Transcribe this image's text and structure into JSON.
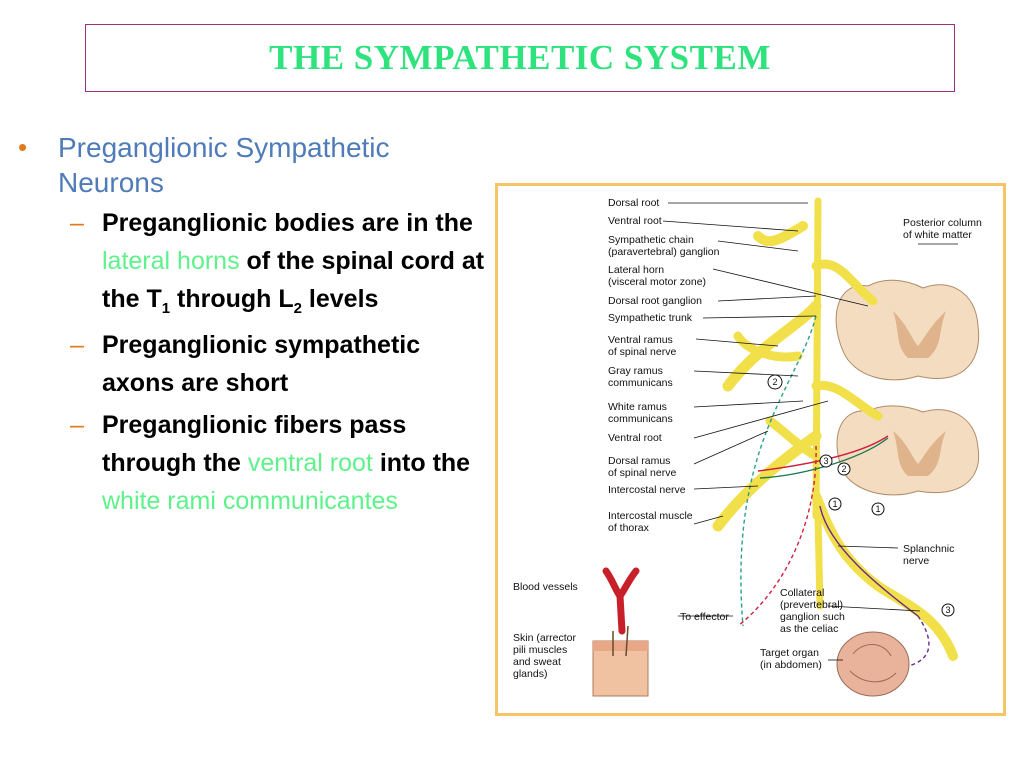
{
  "title": "THE SYMPATHETIC SYSTEM",
  "bullet": {
    "marker": "•",
    "text_line1": "Preganglionic Sympathetic",
    "text_line2": "Neurons"
  },
  "sub_bullets": {
    "dash": "–",
    "item1": {
      "a": "Preganglionic bodies are in the ",
      "highlight": "lateral horns",
      "b": " of the spinal cord at the T",
      "sub1": "1",
      "c": " through L",
      "sub2": "2",
      "d": " levels"
    },
    "item2": "Preganglionic sympathetic axons are short",
    "item3": {
      "a": "Preganglionic fibers pass through the ",
      "highlight1": "ventral root",
      "b": " into the ",
      "highlight2": "white rami communicantes"
    }
  },
  "diagram": {
    "labels": {
      "dorsal_root": "Dorsal root",
      "ventral_root": "Ventral root",
      "symp_chain_1": "Sympathetic chain",
      "symp_chain_2": "(paravertebral) ganglion",
      "lateral_horn_1": "Lateral horn",
      "lateral_horn_2": "(visceral motor zone)",
      "drg": "Dorsal root ganglion",
      "symp_trunk": "Sympathetic trunk",
      "ventral_ramus_1": "Ventral ramus",
      "ventral_ramus_2": "of spinal nerve",
      "gray_ramus_1": "Gray ramus",
      "gray_ramus_2": "communicans",
      "white_ramus_1": "White ramus",
      "white_ramus_2": "communicans",
      "ventral_root_2": "Ventral root",
      "dorsal_ramus_1": "Dorsal ramus",
      "dorsal_ramus_2": "of spinal nerve",
      "intercostal_nerve": "Intercostal nerve",
      "intercostal_muscle_1": "Intercostal muscle",
      "intercostal_muscle_2": "of thorax",
      "posterior_column_1": "Posterior column",
      "posterior_column_2": "of white matter",
      "splanchnic_1": "Splanchnic",
      "splanchnic_2": "nerve",
      "blood_vessels": "Blood vessels",
      "to_effector": "To effector",
      "skin_1": "Skin (arrector",
      "skin_2": "pili muscles",
      "skin_3": "and sweat",
      "skin_4": "glands)",
      "collateral_1": "Collateral",
      "collateral_2": "(prevertebral)",
      "collateral_3": "ganglion such",
      "collateral_4": "as the celiac",
      "target_1": "Target organ",
      "target_2": "(in abdomen)",
      "n1": "1",
      "n2": "2",
      "n3": "3"
    }
  }
}
